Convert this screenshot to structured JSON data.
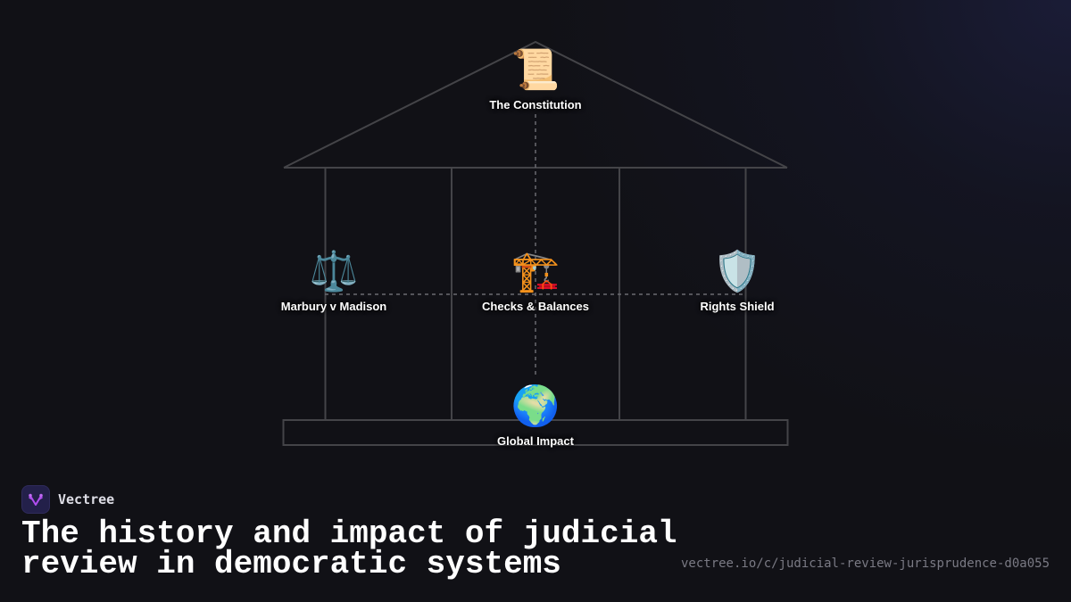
{
  "diagram": {
    "type": "temple",
    "line_color": "#444448",
    "nodes": {
      "roof": {
        "icon": "📜",
        "icon_name": "scroll-icon",
        "label": "The Constitution"
      },
      "left": {
        "icon": "⚖️",
        "icon_name": "scales-icon",
        "label": "Marbury v Madison"
      },
      "center": {
        "icon": "🏗️",
        "icon_name": "construction-crane-icon",
        "label": "Checks & Balances"
      },
      "right": {
        "icon": "🛡️",
        "icon_name": "shield-icon",
        "label": "Rights Shield"
      },
      "base": {
        "icon": "🌍",
        "icon_name": "globe-icon",
        "label": "Global Impact"
      }
    }
  },
  "footer": {
    "brand": {
      "name": "Vectree",
      "logo_color": "#a855f7"
    },
    "title": "The history and impact of judicial review in democratic systems",
    "url": "vectree.io/c/judicial-review-jurisprudence-d0a055"
  }
}
